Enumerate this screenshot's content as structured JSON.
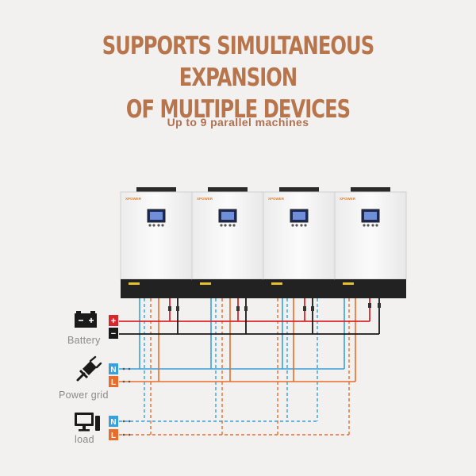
{
  "headline": {
    "line1": "SUPPORTS SIMULTANEOUS EXPANSION",
    "line2": "OF MULTIPLE DEVICES"
  },
  "subheadline": "Up to 9 parallel machines",
  "inverters": [
    {
      "brand": "XPOWER"
    },
    {
      "brand": "XPOWER"
    },
    {
      "brand": "XPOWER"
    },
    {
      "brand": "XPOWER"
    }
  ],
  "legend": {
    "battery": {
      "label": "Battery",
      "pos_symbol": "+",
      "neg_symbol": "−",
      "icon": "battery-icon"
    },
    "grid": {
      "label": "Power grid",
      "n_symbol": "N",
      "l_symbol": "L",
      "icon": "power-plug-icon"
    },
    "load": {
      "label": "load",
      "n_symbol": "N",
      "l_symbol": "L",
      "icon": "computer-icon"
    }
  },
  "colors": {
    "accent": "#b8744a",
    "battery_positive": "#d9262c",
    "battery_negative": "#1a1a1a",
    "neutral_wire": "#3aa0dc",
    "live_wire": "#e86d2c"
  }
}
